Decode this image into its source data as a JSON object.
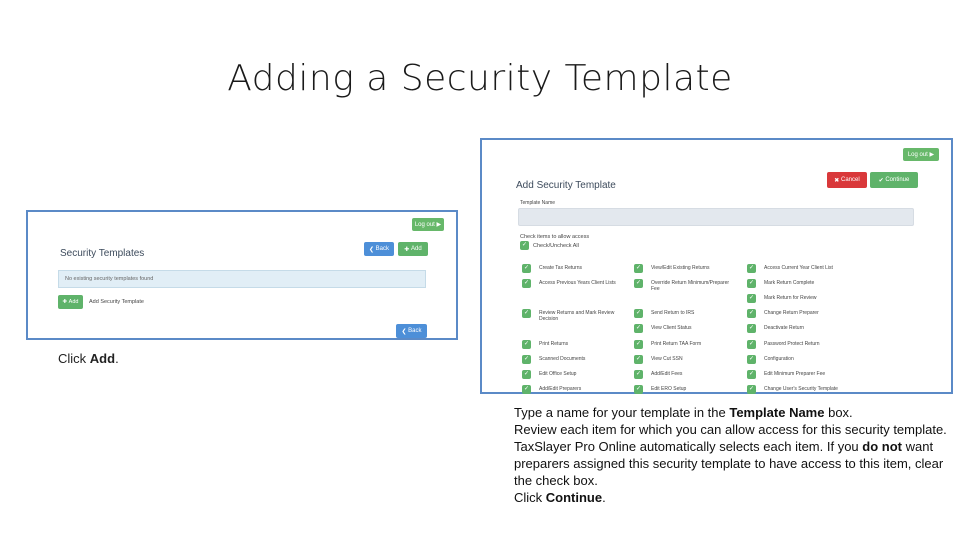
{
  "slide": {
    "title": "Adding a Security Template"
  },
  "screen1": {
    "logout": "Log out",
    "heading": "Security Templates",
    "back_top": "Back",
    "add_top": "Add",
    "notice": "No existing security templates found",
    "add_button": "Add",
    "add_caption": "Add Security Template",
    "back_bottom": "Back",
    "caption_prefix": "Click ",
    "caption_bold": "Add",
    "caption_suffix": "."
  },
  "screen2": {
    "logout": "Log out",
    "cancel": "Cancel",
    "continue": "Continue",
    "heading": "Add Security Template",
    "template_name_label": "Template Name",
    "check_header": "Check items to allow access",
    "check_all": "Check/Uncheck All",
    "col1": [
      "Create Tax Returns",
      "Access Previous Years Client Lists",
      "",
      "Review Returns and Mark Review Decision",
      "",
      "Print Returns",
      "Scanned Documents",
      "Edit Office Setup",
      "Add/Edit Preparers"
    ],
    "col2": [
      "View/Edit Existing Returns",
      "Override Return Minimum/Preparer Fee",
      "",
      "Send Return to IRS",
      "View Client Status",
      "Print Return TAA Form",
      "View Cut SSN",
      "Add/Edit Fees",
      "Edit ERO Setup"
    ],
    "col3": [
      "Access Current Year Client List",
      "Mark Return Complete",
      "Mark Return for Review",
      "Change Return Preparer",
      "Deactivate Return",
      "Password Protect Return",
      "Configuration",
      "Edit Minimum Preparer Fee",
      "Change User's Security Template"
    ]
  },
  "instructions": {
    "l1_a": "Type a name for your template in the ",
    "l1_b": "Template Name",
    "l1_c": " box.",
    "l2": "Review each item for which you can allow access for this security template. TaxSlayer Pro Online automatically selects each item. If you ",
    "l2_b": "do not",
    "l2_c": " want preparers assigned this security template to have access to this item, clear the check box.",
    "l3_a": "Click ",
    "l3_b": "Continue",
    "l3_c": "."
  }
}
